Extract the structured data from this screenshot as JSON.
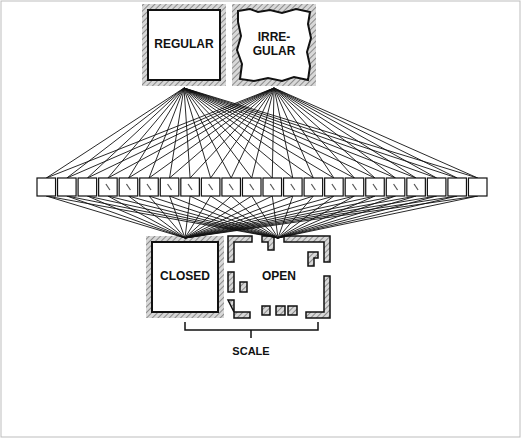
{
  "diagram": {
    "nodes": [
      {
        "text": [
          "REGULAR"
        ]
      },
      {
        "text": [
          "IRRE- GULAR"
        ]
      },
      {
        "text": [
          "CLOSED"
        ]
      },
      {
        "text": [
          "OPEN"
        ]
      }
    ],
    "labels": [
      "SCALE"
    ]
  }
}
